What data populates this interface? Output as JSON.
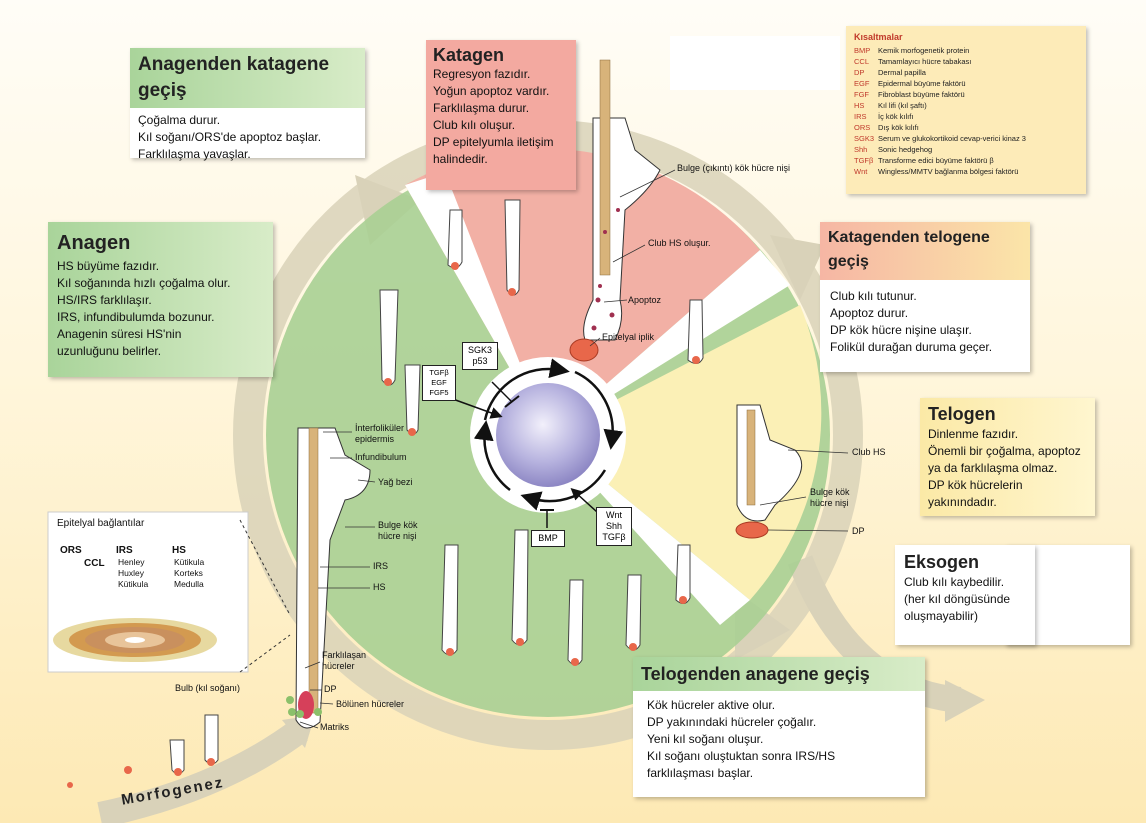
{
  "title_morph": "Morfogenez",
  "boxes": {
    "anagen_katagen": {
      "title": "Anagenden katagene geçiş",
      "lines": [
        "Çoğalma durur.",
        "Kıl soğanı/ORS'de apoptoz başlar.",
        "Farklılaşma yavaşlar."
      ]
    },
    "katagen": {
      "title": "Katagen",
      "lines": [
        "Regresyon fazıdır.",
        "Yoğun apoptoz vardır.",
        "Farklılaşma durur.",
        "Club kılı oluşur.",
        "DP epitelyumla iletişim",
        "halindedir."
      ]
    },
    "anagen": {
      "title": "Anagen",
      "lines": [
        "HS büyüme fazıdır.",
        "Kıl soğanında hızlı çoğalma olur.",
        "HS/IRS farklılaşır.",
        "IRS, infundibulumda bozunur.",
        "Anagenin süresi HS'nin",
        "uzunluğunu belirler."
      ]
    },
    "katagen_telogen": {
      "title": "Katagenden telogene",
      "title2": "geçiş",
      "lines": [
        "Club kılı tutunur.",
        "Apoptoz durur.",
        "DP kök hücre nişine ulaşır.",
        "Folikül durağan duruma geçer."
      ]
    },
    "telogen": {
      "title": "Telogen",
      "lines": [
        "Dinlenme fazıdır.",
        "Önemli bir çoğalma, apoptoz",
        "ya da farklılaşma olmaz.",
        "DP kök hücrelerin",
        "yakınındadır."
      ]
    },
    "eksogen": {
      "title": "Eksogen",
      "lines": [
        "Club kılı kaybedilir.",
        "(her kıl döngüsünde",
        "oluşmayabilir)"
      ]
    },
    "telogen_anagen": {
      "title": "Telogenden anagene geçiş",
      "lines": [
        "Kök hücreler aktive olur.",
        "DP yakınındaki hücreler çoğalır.",
        "Yeni kıl soğanı oluşur.",
        "Kıl soğanı oluştuktan sonra IRS/HS",
        "farklılaşması başlar."
      ]
    }
  },
  "abbrev": {
    "title": "Kısaltmalar",
    "items": [
      {
        "k": "BMP",
        "v": "Kemik morfogenetik protein"
      },
      {
        "k": "CCL",
        "v": "Tamamlayıcı hücre tabakası"
      },
      {
        "k": "DP",
        "v": "Dermal papilla"
      },
      {
        "k": "EGF",
        "v": "Epidermal büyüme faktörü"
      },
      {
        "k": "FGF",
        "v": "Fibroblast büyüme faktörü"
      },
      {
        "k": "HS",
        "v": "Kıl lifi (kıl şaftı)"
      },
      {
        "k": "IRS",
        "v": "İç kök kılıfı"
      },
      {
        "k": "ORS",
        "v": "Dış kök kılıfı"
      },
      {
        "k": "SGK3",
        "v": "Serum ve glukokortikoid cevap-verici kinaz 3"
      },
      {
        "k": "Shh",
        "v": "Sonic hedgehog"
      },
      {
        "k": "TGFβ",
        "v": "Transforme edici büyüme faktörü β"
      },
      {
        "k": "Wnt",
        "v": "Wingless/MMTV bağlanma bölgesi faktörü"
      }
    ]
  },
  "factors": {
    "sgk3": "SGK3",
    "p53": "p53",
    "tgfb": "TGFβ",
    "egf": "EGF",
    "fgf5": "FGF5",
    "wnt": "Wnt",
    "shh": "Shh",
    "tgfb2": "TGFβ",
    "bmp": "BMP"
  },
  "labels": {
    "bulge_niche_top": "Bulge (çıkıntı) kök hücre nişi",
    "club_forming": "Club  HS  oluşur.",
    "apoptoz": "Apoptoz",
    "epitelyal_iplik": "Epitelyal iplik",
    "club_hs": "Club HS",
    "bulge_kok1": "Bulge kök",
    "bulge_kok2": "hücre nişi",
    "dp_right": "DP",
    "interfoll1": "İnterfoliküler",
    "interfoll2": "epidermis",
    "infundibulum": "Infundibulum",
    "yag_bezi": "Yağ bezi",
    "bulge_l1": "Bulge kök",
    "bulge_l2": "hücre nişi",
    "irs": "IRS",
    "hs": "HS",
    "farkl1": "Farklılaşan",
    "farkl2": "hücreler",
    "dp_left": "DP",
    "bolunen": "Bölünen hücreler",
    "matriks": "Matriks",
    "bulb": "Bulb (kıl soğanı)"
  },
  "inset": {
    "title": "Epitelyal bağlantılar",
    "ors": "ORS",
    "ccl": "CCL",
    "irs": "IRS",
    "hs": "HS",
    "irs_items": [
      "Henley",
      "Huxley",
      "Kütikula"
    ],
    "hs_items": [
      "Kütikula",
      "Korteks",
      "Medulla"
    ]
  }
}
